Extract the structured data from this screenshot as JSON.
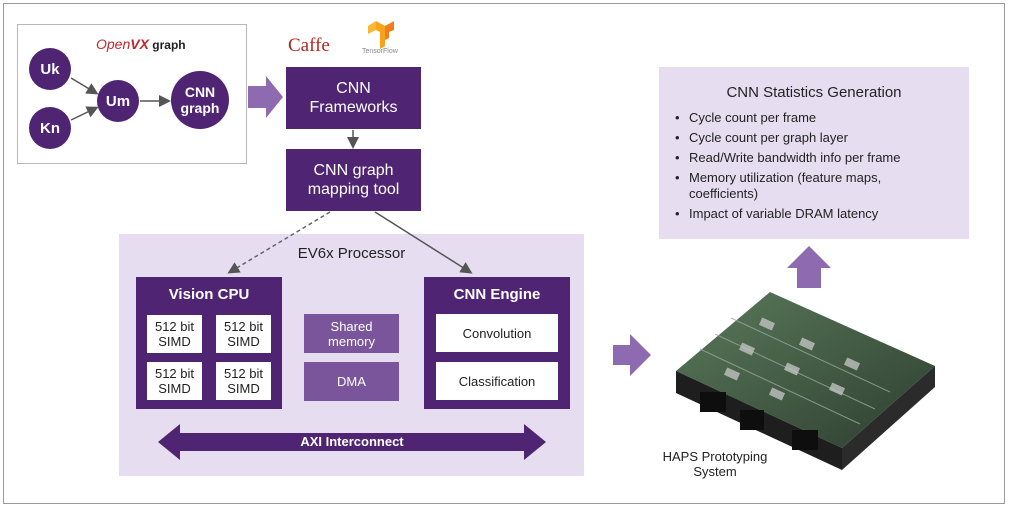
{
  "openvx": {
    "brand_open": "Open",
    "brand_vx": "VX",
    "brand_graph": " graph",
    "nodes": {
      "uk": "Uk",
      "kn": "Kn",
      "um": "Um",
      "cnn_graph": "CNN graph"
    }
  },
  "frameworks": {
    "caffe": "Caffe",
    "tensorflow": "TensorFlow",
    "box": "CNN Frameworks"
  },
  "mapping": {
    "box": "CNN graph mapping tool"
  },
  "processor": {
    "title": "EV6x Processor",
    "vision_cpu": {
      "title": "Vision CPU",
      "simd": [
        "512 bit SIMD",
        "512 bit SIMD",
        "512 bit SIMD",
        "512 bit SIMD"
      ]
    },
    "shared_memory": "Shared memory",
    "dma": "DMA",
    "cnn_engine": {
      "title": "CNN Engine",
      "convolution": "Convolution",
      "classification": "Classification"
    },
    "axi": "AXI Interconnect"
  },
  "stats": {
    "title": "CNN Statistics Generation",
    "items": [
      "Cycle count per frame",
      "Cycle count per graph layer",
      "Read/Write bandwidth info per frame",
      "Memory utilization (feature maps, coefficients)",
      "Impact of variable DRAM latency"
    ]
  },
  "haps": {
    "label_line1": "HAPS Prototyping",
    "label_line2": "System"
  },
  "colors": {
    "dark_purple": "#4f2472",
    "mid_purple": "#7b559c",
    "lavender": "#e6def0",
    "arrow_purple": "#8e6ab0",
    "caffe_red": "#b3261e"
  }
}
